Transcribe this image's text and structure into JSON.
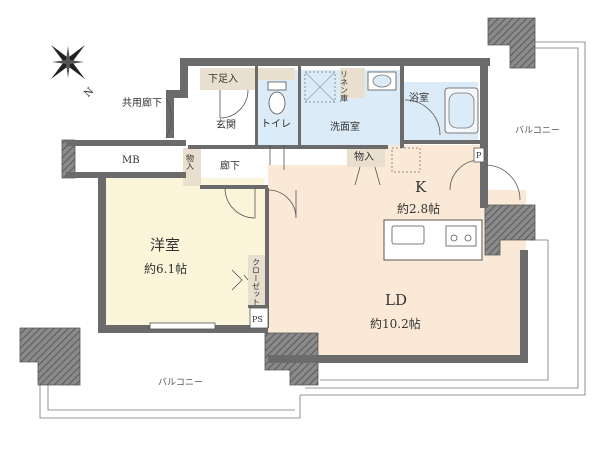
{
  "compass": {
    "label": "N"
  },
  "labels": {
    "shared_corridor": "共用廊下",
    "mb": "MB",
    "shoe_storage": "下足入",
    "entrance": "玄関",
    "toilet": "トイレ",
    "linen": "リネン庫",
    "washroom": "洗面室",
    "bath": "浴室",
    "storage_hall": "物入",
    "corridor": "廊下",
    "storage_kitchen": "物入",
    "p_mark": "P",
    "kitchen": "K",
    "kitchen_size": "約2.8帖",
    "western_room": "洋室",
    "western_room_size": "約6.1帖",
    "closet": "クローゼット",
    "ps": "PS",
    "ld": "LD",
    "ld_size": "約10.2帖",
    "balcony_right": "バルコニー",
    "balcony_bottom": "バルコニー"
  },
  "colors": {
    "wall": "#6b6b6b",
    "ld_floor": "#fbe9d7",
    "western_floor": "#fbf5d9",
    "wet_area": "#dcebf8",
    "storage_floor": "#e8dfcf",
    "corridor_floor": "#ffffff"
  }
}
